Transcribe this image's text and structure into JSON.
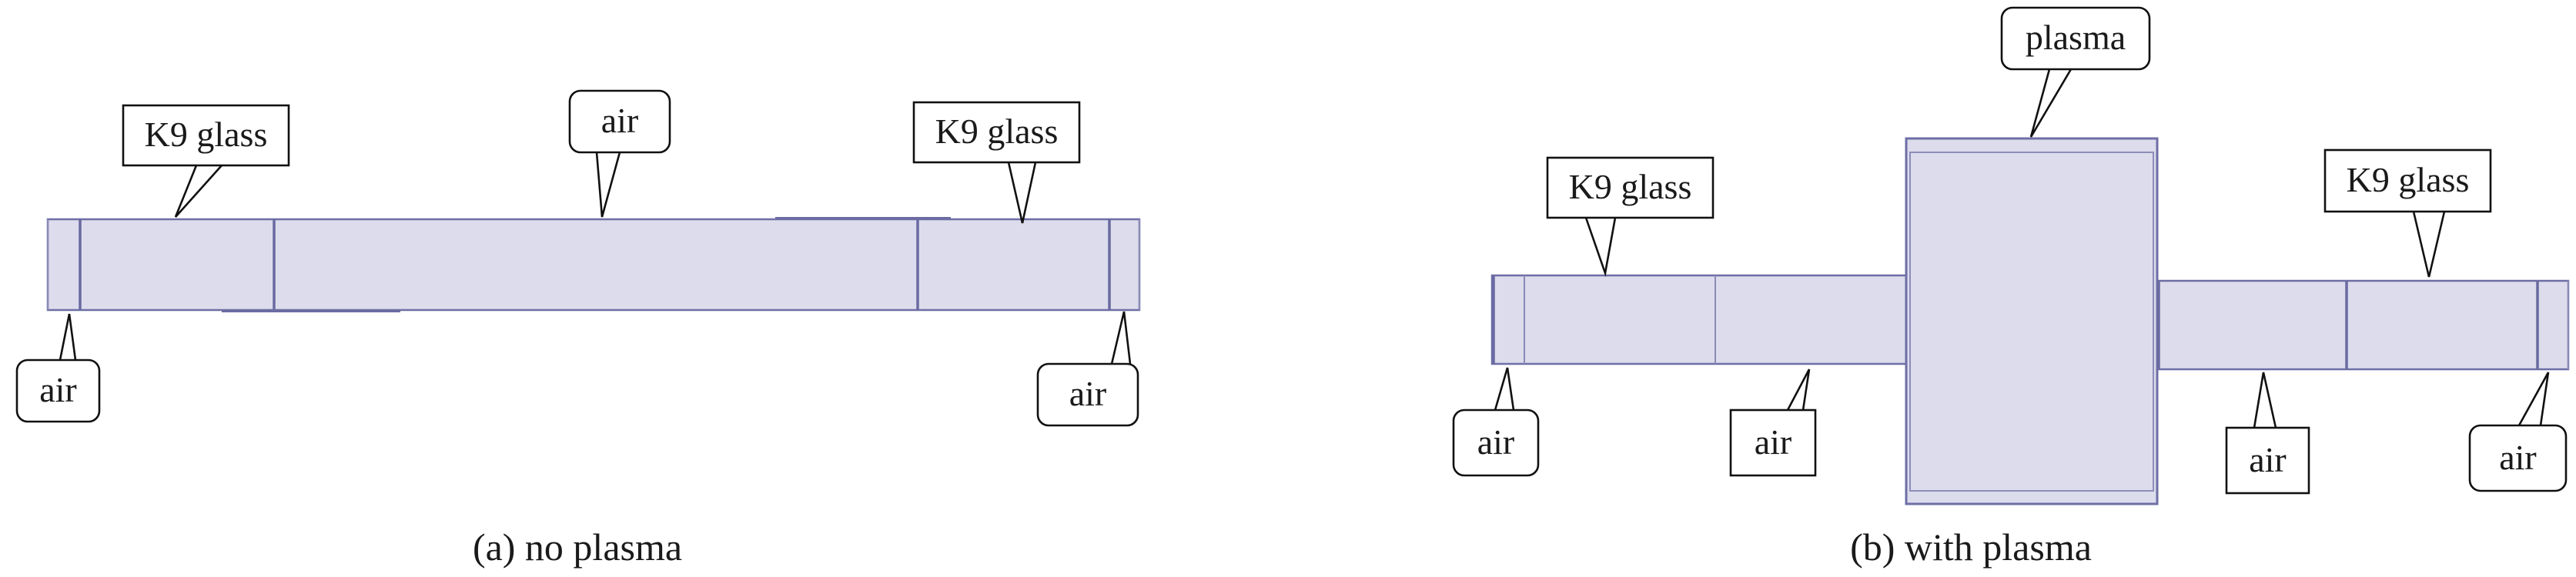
{
  "panel_a": {
    "caption": "(a) no plasma",
    "labels": {
      "air_left": "air",
      "k9_left": "K9 glass",
      "air_center": "air",
      "k9_right": "K9 glass",
      "air_right": "air"
    }
  },
  "panel_b": {
    "caption": "(b) with plasma",
    "labels": {
      "plasma": "plasma",
      "k9_left": "K9 glass",
      "k9_right": "K9 glass",
      "air_outer_left": "air",
      "air_inner_left": "air",
      "air_inner_right": "air",
      "air_outer_right": "air"
    }
  },
  "colors": {
    "material_fill": "#dcdcec",
    "material_edge": "#6e6ea6",
    "callout_stroke": "#111111"
  }
}
